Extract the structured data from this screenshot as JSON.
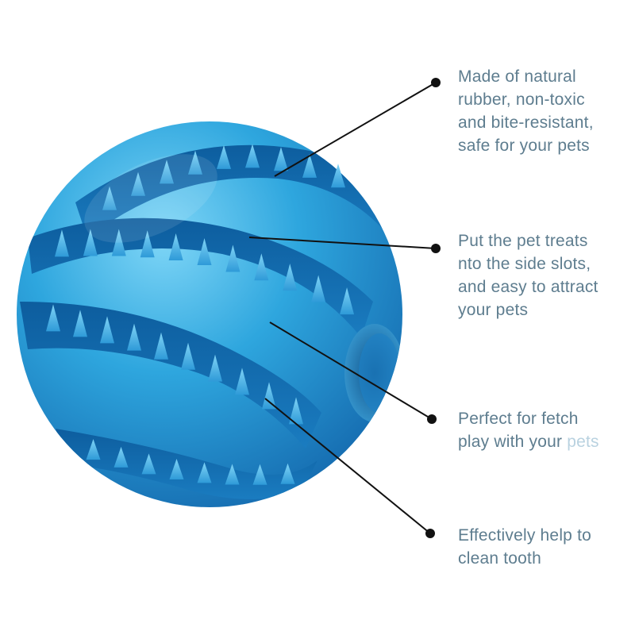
{
  "image": {
    "subject": "blue rubber dog treat ball toy",
    "colors": {
      "ball_main": "#2aa3dd",
      "ball_light": "#6ecdf4",
      "ball_dark": "#1265a6",
      "ball_shadow": "#0b4f8a",
      "spike": "#4fbff0",
      "text": "#5e7d8f",
      "text_faded": "#b9d2e0",
      "leader_line": "#111111",
      "background": "#ffffff"
    }
  },
  "features": [
    {
      "lines": [
        "Made of natural",
        "rubber,  non-toxic",
        "and  bite-resistant,",
        "safe for your pets"
      ]
    },
    {
      "lines": [
        "Put the pet treats",
        " nto the side slots,",
        "and easy to attract",
        "your pets"
      ]
    },
    {
      "lines": [
        "Perfect for fetch",
        "play with your"
      ],
      "faded_word": "pets"
    },
    {
      "lines": [
        "Effectively help to",
        "clean tooth"
      ]
    }
  ]
}
